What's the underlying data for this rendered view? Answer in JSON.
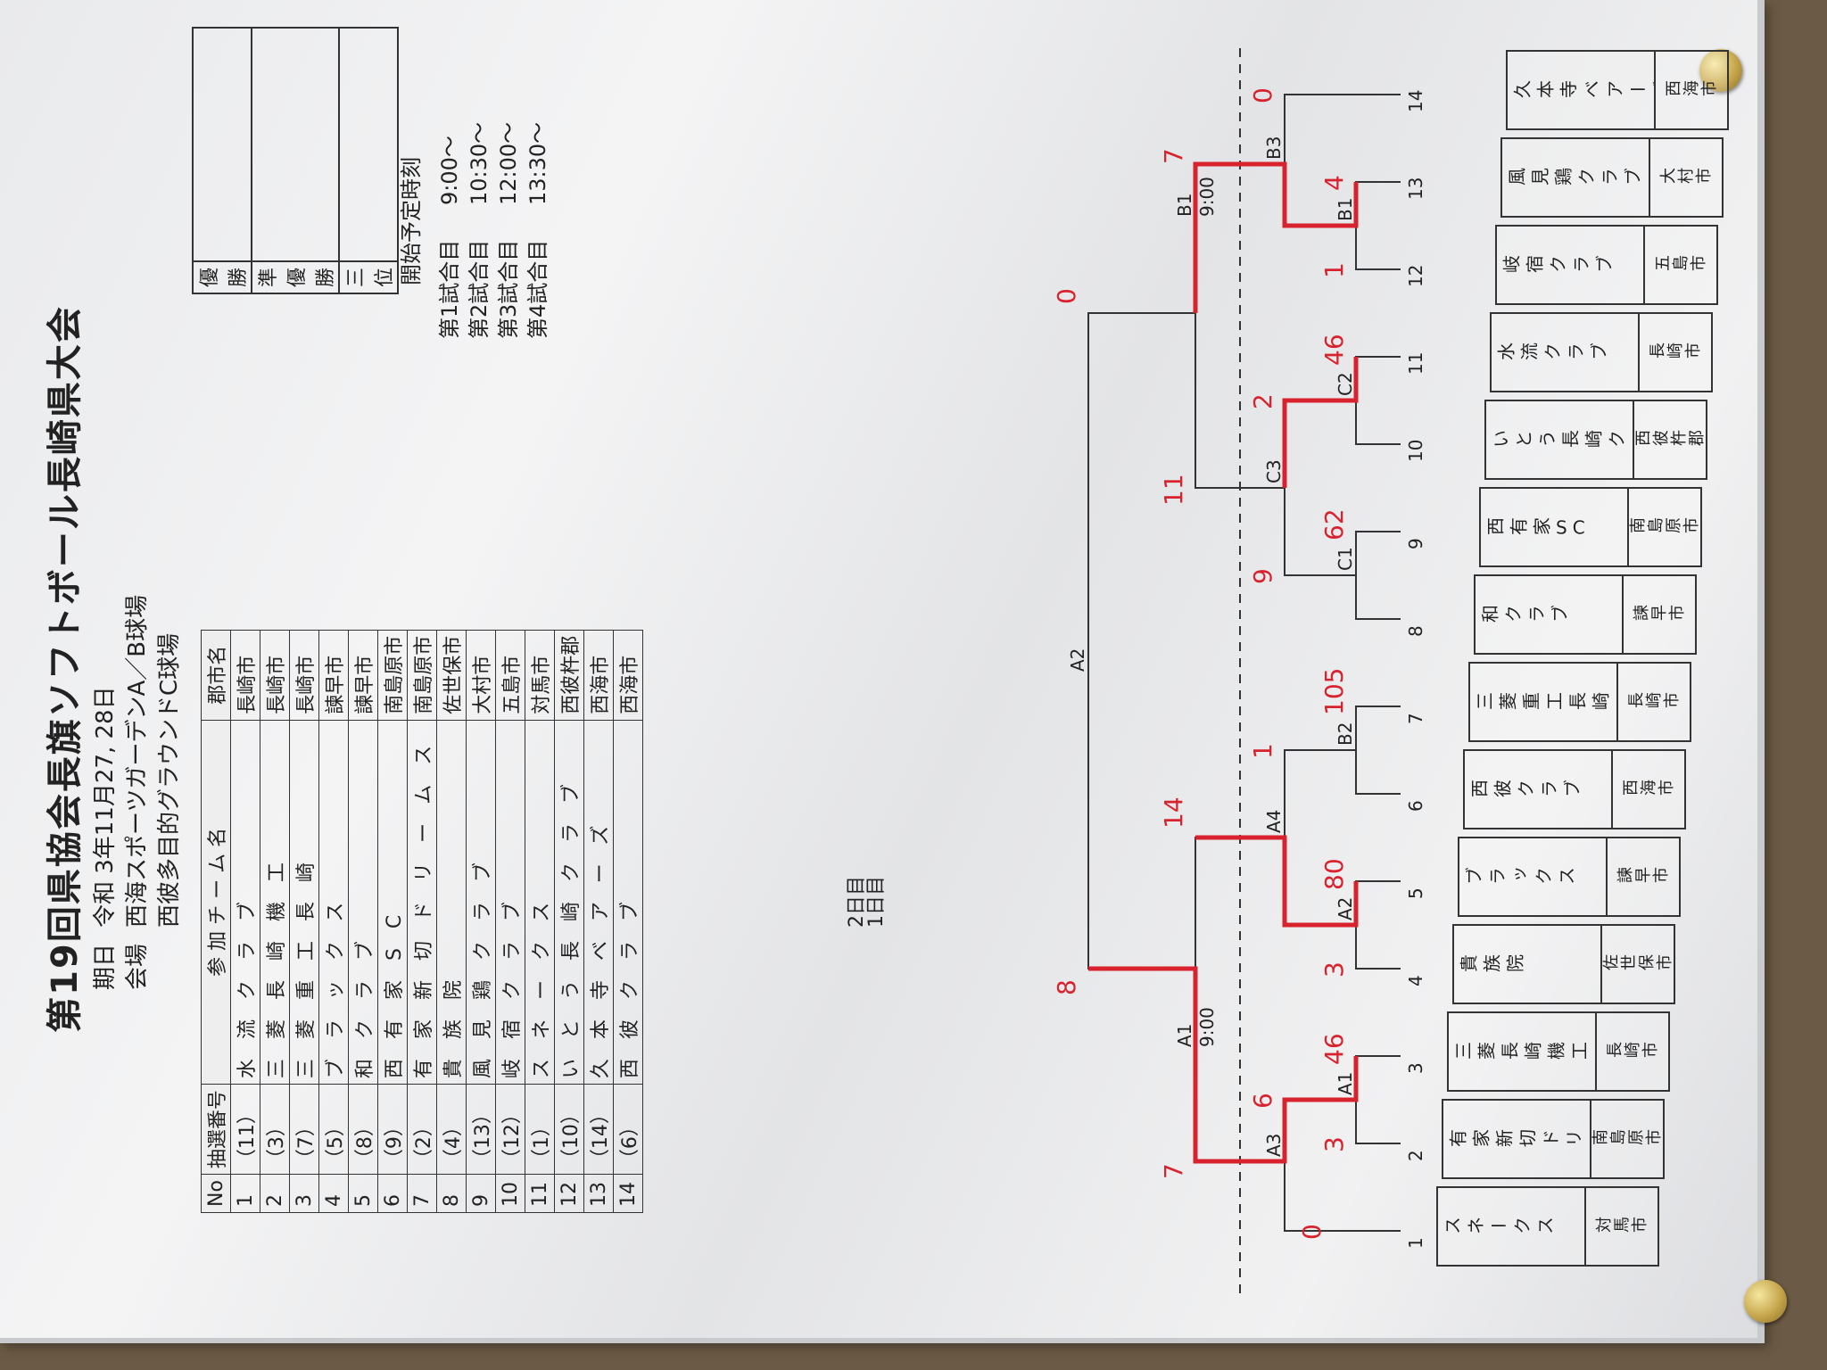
{
  "title": "第19回県協会長旗ソフトボール長崎県大会",
  "info": {
    "date_label": "期日",
    "date_value": "令和 3年11月27, 28日",
    "venue_label": "会場",
    "venue_1": "西海スポーツガーデンA／B球場",
    "venue_2": "西彼多目的グラウンドC球場"
  },
  "results": [
    {
      "label": "優 勝",
      "value": ""
    },
    {
      "label": "準優勝",
      "value": ""
    },
    {
      "label": "三 位",
      "value": ""
    }
  ],
  "schedule": {
    "heading": "開始予定時刻",
    "rows": [
      {
        "game": "第1試合目",
        "time": "9:00〜"
      },
      {
        "game": "第2試合目",
        "time": "10:30〜"
      },
      {
        "game": "第3試合目",
        "time": "12:00〜"
      },
      {
        "game": "第4試合目",
        "time": "13:30〜"
      }
    ]
  },
  "roster": {
    "headers": [
      "No",
      "抽選番号",
      "参 加 チ ー ム 名",
      "郡市名"
    ],
    "rows": [
      [
        "1",
        "（11）",
        "水流クラブ",
        "長崎市"
      ],
      [
        "2",
        "（3）",
        "三菱長崎機工",
        "長崎市"
      ],
      [
        "3",
        "（7）",
        "三菱重工長崎",
        "長崎市"
      ],
      [
        "4",
        "（5）",
        "ブラックス",
        "諫早市"
      ],
      [
        "5",
        "（8）",
        "和クラブ",
        "諫早市"
      ],
      [
        "6",
        "（9）",
        "西有家SC",
        "南島原市"
      ],
      [
        "7",
        "（2）",
        "有家新切ドリームス",
        "南島原市"
      ],
      [
        "8",
        "（4）",
        "貴族院",
        "佐世保市"
      ],
      [
        "9",
        "（13）",
        "風見鶏クラブ",
        "大村市"
      ],
      [
        "10",
        "（12）",
        "岐宿クラブ",
        "五島市"
      ],
      [
        "11",
        "（1）",
        "スネークス",
        "対馬市"
      ],
      [
        "12",
        "（10）",
        "いとう長崎クラブ",
        "西彼杵郡"
      ],
      [
        "13",
        "（14）",
        "久本寺ベアーズ",
        "西海市"
      ],
      [
        "14",
        "（6）",
        "西彼クラブ",
        "西海市"
      ]
    ]
  },
  "day_labels": {
    "day2": "2日目",
    "day1": "1日目"
  },
  "bracket": {
    "teams": [
      {
        "seed": "1",
        "name": "スネークス",
        "city": "対馬市"
      },
      {
        "seed": "2",
        "name": "有家新切ドリームス",
        "city": "南島原市"
      },
      {
        "seed": "3",
        "name": "三菱長崎機工",
        "city": "長崎市"
      },
      {
        "seed": "4",
        "name": "貴族院",
        "city": "佐世保市"
      },
      {
        "seed": "5",
        "name": "ブラックス",
        "city": "諫早市"
      },
      {
        "seed": "6",
        "name": "西彼クラブ",
        "city": "西海市"
      },
      {
        "seed": "7",
        "name": "三菱重工長崎",
        "city": "長崎市"
      },
      {
        "seed": "8",
        "name": "和クラブ",
        "city": "諫早市"
      },
      {
        "seed": "9",
        "name": "西有家SC",
        "city": "南島原市"
      },
      {
        "seed": "10",
        "name": "いとう長崎クラブ",
        "city": "西彼杵郡"
      },
      {
        "seed": "11",
        "name": "水流クラブ",
        "city": "長崎市"
      },
      {
        "seed": "12",
        "name": "岐宿クラブ",
        "city": "五島市"
      },
      {
        "seed": "13",
        "name": "風見鶏クラブ",
        "city": "大村市"
      },
      {
        "seed": "14",
        "name": "久本寺ベアーズ",
        "city": "西海市"
      }
    ],
    "games": {
      "A1": "A1",
      "A2": "A2",
      "A3": "A3",
      "A4": "A4",
      "B1": "B1",
      "B2": "B2",
      "B3": "B3",
      "C1": "C1",
      "C2": "C2",
      "C3": "C3",
      "final_left": "A1",
      "final_right": "B1",
      "final_top": "A2",
      "time_left": "9:00",
      "time_right": "9:00"
    },
    "scores": {
      "s1": "0",
      "s2_3": "3",
      "s3_6": "6",
      "s3_46": "46",
      "s4_3": "3",
      "s5_80": "80",
      "s7_1": "1",
      "s7_105": "105",
      "s_a1_7": "7",
      "s_a1_8": "8",
      "s_a4_14": "14",
      "s9": "9",
      "s9_62": "62",
      "s11_2": "2",
      "s11_46": "46",
      "s12_1": "1",
      "s13_4": "4",
      "s14_0": "0",
      "s_b3_7": "7",
      "s_c3_11": "11",
      "s_b1_0": "0"
    },
    "ink_color": "#d8232f"
  }
}
